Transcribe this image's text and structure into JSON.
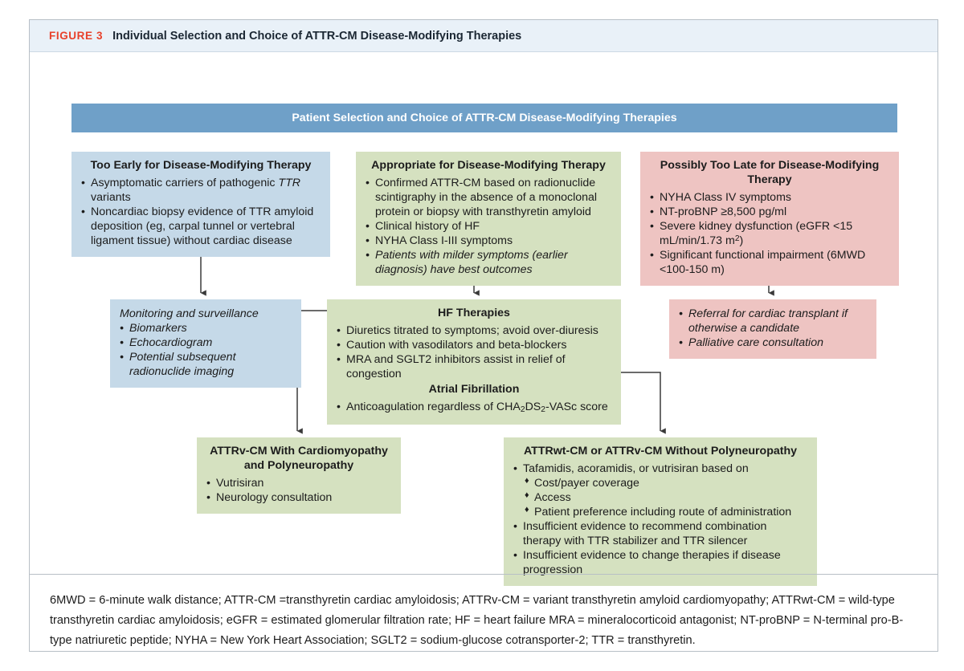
{
  "figure": {
    "number_label": "FIGURE 3",
    "title": "Individual Selection and Choice of ATTR-CM Disease-Modifying Therapies",
    "banner_title": "Patient Selection and Choice of ATTR-CM Disease-Modifying Therapies",
    "accent_color": "#e8402a",
    "banner_color": "#6fa0c8",
    "caption_bg": "#e9f1f8",
    "blue_box_color": "#c5d9e8",
    "green_box_color": "#d5e1c0",
    "pink_box_color": "#eec4c2"
  },
  "nodes": {
    "too_early": {
      "heading": "Too Early for Disease-Modifying Therapy",
      "bullets": [
        "Asymptomatic carriers of pathogenic TTR variants",
        "Noncardiac biopsy evidence of TTR amyloid deposition (eg, carpal tunnel or vertebral ligament tissue) without cardiac disease"
      ]
    },
    "appropriate": {
      "heading": "Appropriate for Disease-Modifying Therapy",
      "bullets": [
        "Confirmed ATTR-CM based on radionuclide scintigraphy in the absence of a monoclonal protein or biopsy with transthyretin amyloid",
        "Clinical history of HF",
        "NYHA Class I-III symptoms",
        "Patients with milder symptoms (earlier diagnosis) have best outcomes"
      ]
    },
    "too_late": {
      "heading": "Possibly Too Late for Disease-Modifying Therapy",
      "bullets": [
        "NYHA Class IV symptoms",
        "NT-proBNP ≥8,500 pg/ml",
        "Severe kidney dysfunction (eGFR <15 mL/min/1.73 m2)",
        "Significant functional impairment (6MWD <100-150 m)"
      ]
    },
    "monitoring": {
      "heading": "Monitoring and surveillance",
      "bullets": [
        "Biomarkers",
        "Echocardiogram",
        "Potential subsequent radionuclide imaging"
      ]
    },
    "hf_therapies": {
      "heading": "HF Therapies",
      "bullets": [
        "Diuretics titrated to symptoms; avoid over-diuresis",
        "Caution with vasodilators and beta-blockers",
        "MRA and SGLT2 inhibitors assist in relief of congestion"
      ],
      "subheading": "Atrial Fibrillation",
      "subbullets": [
        "Anticoagulation regardless of CHA2DS2-VASc score"
      ]
    },
    "referral": {
      "bullets": [
        "Referral for cardiac transplant if otherwise a candidate",
        "Palliative care consultation"
      ]
    },
    "polyneuropathy": {
      "heading": "ATTRv-CM With Cardiomyopathy and Polyneuropathy",
      "bullets": [
        "Vutrisiran",
        "Neurology consultation"
      ]
    },
    "without_polyneuropathy": {
      "heading": "ATTRwt-CM or ATTRv-CM Without Polyneuropathy",
      "bullets": [
        "Tafamidis, acoramidis, or vutrisiran based on"
      ],
      "subbullets": [
        "Cost/payer coverage",
        "Access",
        "Patient preference including route of administration"
      ],
      "bullets_after": [
        "Insufficient evidence to recommend combination therapy with TTR stabilizer and TTR silencer",
        "Insufficient evidence to change therapies if disease progression"
      ]
    }
  },
  "footnote": {
    "text": "6MWD = 6-minute walk distance; ATTR-CM =transthyretin cardiac amyloidosis; ATTRv-CM = variant transthyretin amyloid cardiomyopathy; ATTRwt-CM = wild-type transthyretin cardiac amyloidosis; eGFR = estimated glomerular filtration rate; HF = heart failure MRA = mineralocorticoid antagonist; NT-proBNP = N-terminal pro-B-type natriuretic peptide; NYHA = New York Heart Association; SGLT2 = sodium-glucose cotransporter-2; TTR = transthyretin."
  }
}
